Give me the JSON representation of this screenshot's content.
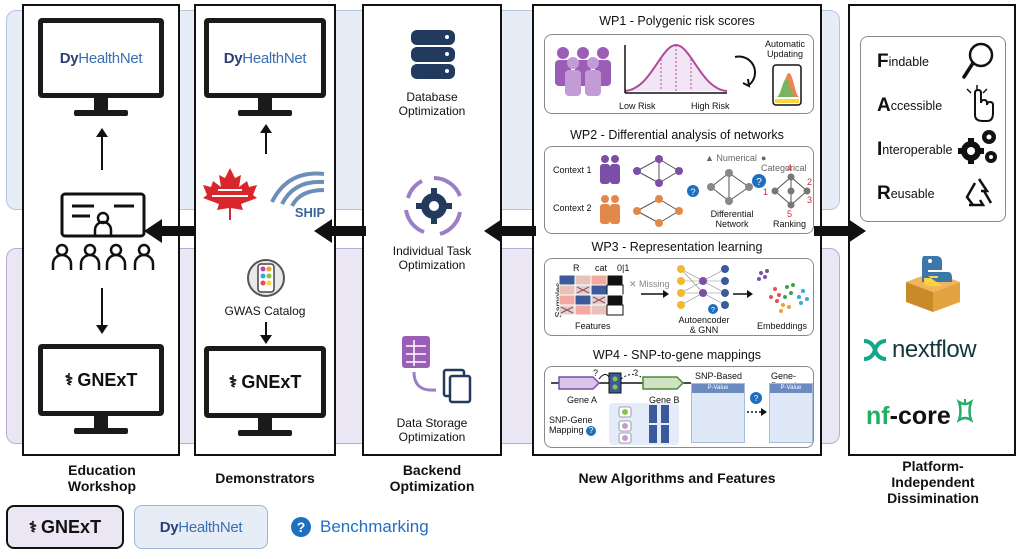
{
  "columns": {
    "education": {
      "caption_line1": "Education",
      "caption_line2": "Workshop"
    },
    "demonstrators": {
      "caption": "Demonstrators",
      "gwas_label": "GWAS Catalog",
      "ship_label": "SHIP"
    },
    "backend": {
      "caption_line1": "Backend",
      "caption_line2": "Optimization",
      "db_label_line1": "Database",
      "db_label_line2": "Optimization",
      "task_label_line1": "Individual Task",
      "task_label_line2": "Optimization",
      "storage_label_line1": "Data Storage",
      "storage_label_line2": "Optimization"
    },
    "algorithms": {
      "caption": "New Algorithms and Features",
      "wp1": {
        "title": "WP1 - Polygenic risk scores",
        "low": "Low Risk",
        "high": "High Risk",
        "auto_line1": "Automatic",
        "auto_line2": "Updating"
      },
      "wp2": {
        "title": "WP2 - Differential analysis of networks",
        "context1": "Context 1",
        "context2": "Context 2",
        "numerical": "Numerical",
        "categorical": "Categorical",
        "diff_line1": "Differential",
        "diff_line2": "Network",
        "ranking": "Ranking",
        "rank_numbers": [
          "1",
          "2",
          "3",
          "4",
          "5"
        ]
      },
      "wp3": {
        "title": "WP3 - Representation learning",
        "samples": "Samples",
        "features": "Features",
        "missing": "Missing",
        "head_r": "R",
        "head_cat": "cat",
        "head_01": "0|1",
        "ae_line1": "Autoencoder",
        "ae_line2": "& GNN",
        "embeddings": "Embeddings"
      },
      "wp4": {
        "title": "WP4 - SNP-to-gene mappings",
        "gene_a": "Gene A",
        "gene_b": "Gene B",
        "snp_based": "SNP-Based",
        "gene_based": "Gene-Based",
        "pvalue": "P-Value",
        "mapping_line1": "SNP-Gene",
        "mapping_line2": "Mapping",
        "question": "?"
      }
    },
    "platform": {
      "caption_line1": "Platform-",
      "caption_line2": "Independent",
      "caption_line3": "Dissimination",
      "fair": [
        {
          "cap": "F",
          "rest": "indable"
        },
        {
          "cap": "A",
          "rest": "ccessible"
        },
        {
          "cap": "I",
          "rest": "nteroperable"
        },
        {
          "cap": "R",
          "rest": "eusable"
        }
      ],
      "nextflow": "nextflow",
      "nfcore_nf": "nf",
      "nfcore_dash": "-",
      "nfcore_core": "core"
    }
  },
  "logos": {
    "dy_main": "Dy",
    "dy_rest": "HealthNet",
    "gnext": "GNExT"
  },
  "legend": {
    "benchmarking": "Benchmarking",
    "q_mark": "?"
  },
  "colors": {
    "top_band": "#e7edf7",
    "bottom_band": "#ebe6f3",
    "purple": "#7b4fa8",
    "orange": "#e2894a",
    "blue_q": "#1f6fc1",
    "nextflow": "#11a788",
    "nfcore_green": "#22ae63"
  }
}
